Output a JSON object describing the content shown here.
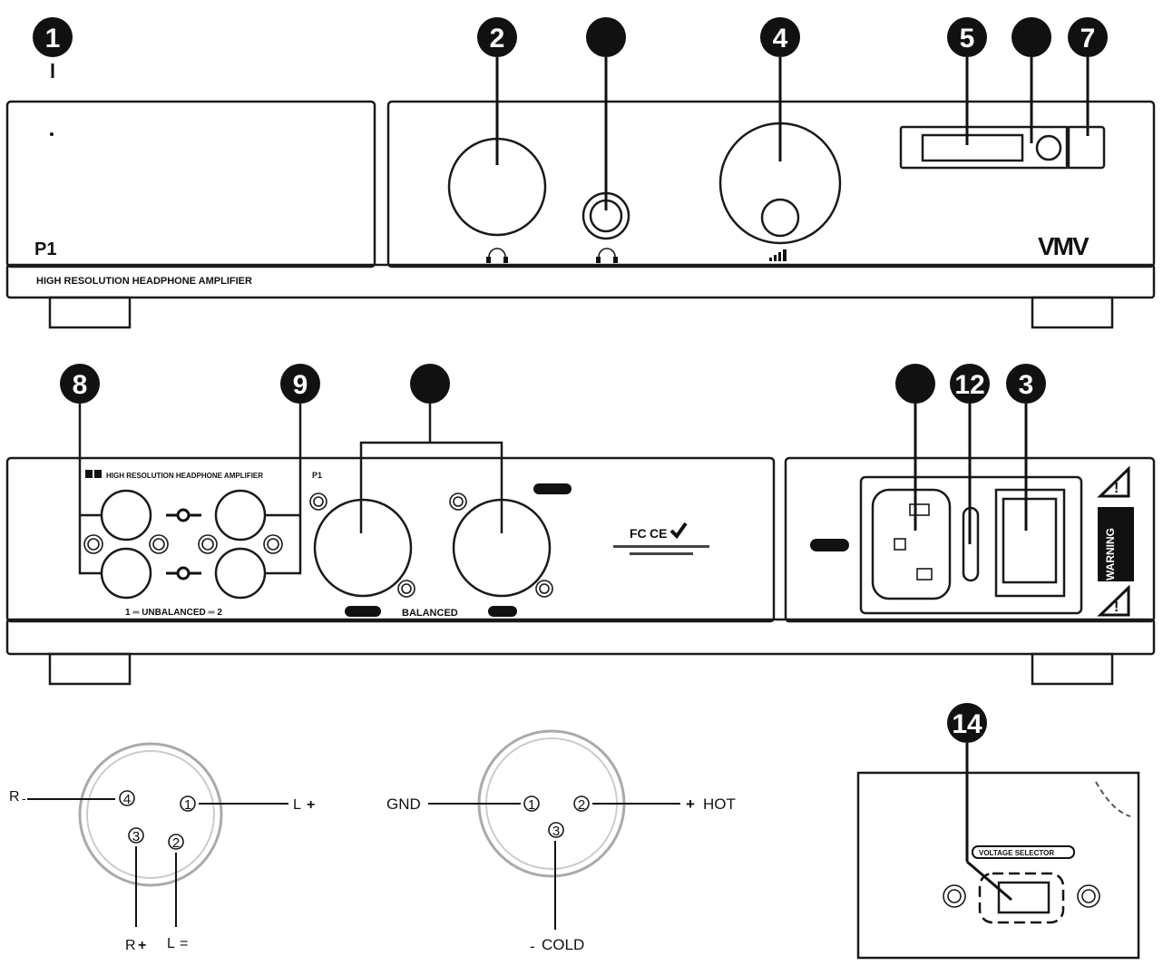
{
  "front": {
    "model": "P1",
    "subtitle": "HIGH RESOLUTION HEADPHONE AMPLIFIER",
    "logo": "VMV",
    "callouts": [
      "1",
      "2",
      "",
      "4",
      "5",
      "",
      "7"
    ]
  },
  "rear": {
    "header": "HIGH RESOLUTION HEADPHONE AMPLIFIER",
    "model": "P1",
    "unbalanced_label": "1 ═ UNBALANCED ═ 2",
    "balanced_label": "BALANCED",
    "warning": "WARNING",
    "callouts": [
      "8",
      "9",
      "",
      "",
      "12",
      "3"
    ]
  },
  "xlr4": {
    "pins": [
      "4",
      "1",
      "3",
      "2"
    ],
    "labels": [
      "R",
      "L",
      "R",
      "L"
    ]
  },
  "xlr3": {
    "pins": [
      "1",
      "2",
      "3"
    ],
    "labels": [
      "GND",
      "HOT",
      "COLD"
    ]
  },
  "voltage": {
    "callout": "14",
    "label": "VOLTAGE SELECTOR"
  }
}
